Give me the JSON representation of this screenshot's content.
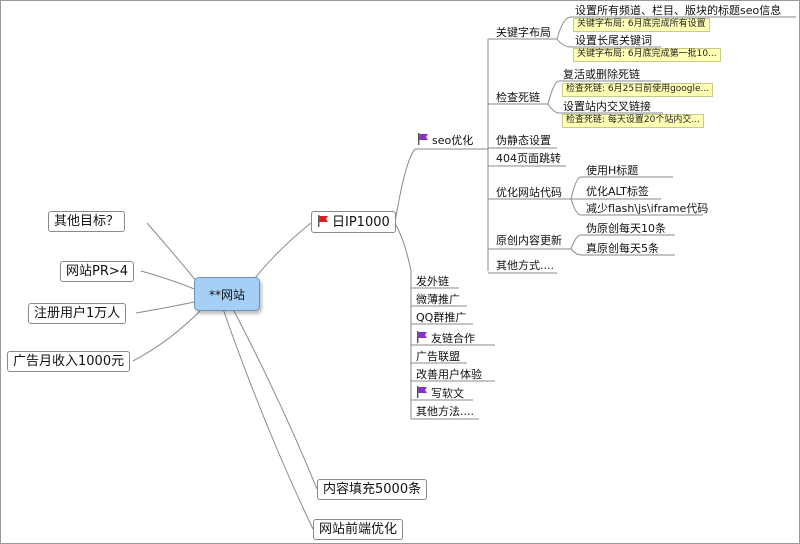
{
  "root": "**网站",
  "goals": [
    "其他目标？",
    "网站PR>4",
    "注册用户1万人",
    "广告月收入1000元"
  ],
  "ip": "日IP1000",
  "content": "内容填充5000条",
  "frontend": "网站前端优化",
  "seo": "seo优化",
  "seo_items": {
    "keyword_layout": "关键字布局",
    "kw_set_titles": "设置所有频道、栏目、版块的标题seo信息",
    "kw_set_titles_note": "关键字布局: 6月底完成所有设置",
    "kw_long_tail": "设置长尾关键词",
    "kw_long_tail_note": "关键字布局: 6月底完成第一批10...",
    "dead_links": "检查死链",
    "dl_fix": "复活或删除死链",
    "dl_fix_note": "检查死链: 6月25日前使用google...",
    "dl_cross": "设置站内交叉链接",
    "dl_cross_note": "检查死链: 每天设置20个站内交...",
    "static": "伪静态设置",
    "redirect404": "404页面跳转",
    "code_opt": "优化网站代码",
    "code_h": "使用H标题",
    "code_alt": "优化ALT标签",
    "code_flash": "减少flash\\js\\iframe代码",
    "original": "原创内容更新",
    "orig_pseudo": "伪原创每天10条",
    "orig_real": "真原创每天5条",
    "other_way": "其他方式...."
  },
  "ip_items": [
    "发外链",
    "微薄推广",
    "QQ群推广",
    "友链合作",
    "广告联盟",
    "改善用户体验",
    "写软文",
    "其他方法...."
  ],
  "flag_colors": {
    "red": "#d42020",
    "purple": "#8a2fc9",
    "line": "#8a8a8a"
  }
}
